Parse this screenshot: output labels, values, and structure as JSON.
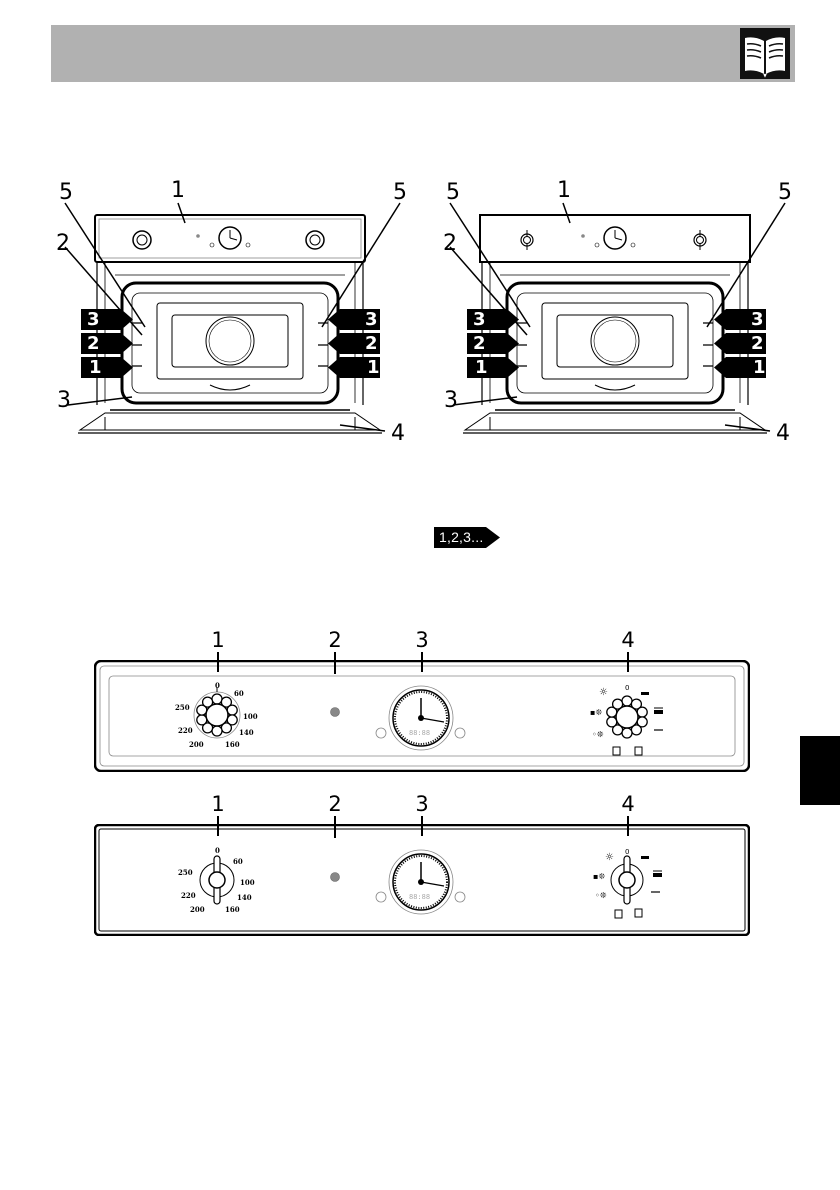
{
  "header": {
    "background_color": "#b1b1b1",
    "icon": "open-book-icon"
  },
  "side_tab": {
    "color": "#000000"
  },
  "oven_figures": [
    {
      "id": "left",
      "callouts": {
        "control_panel": "1",
        "shelf_guides": "2",
        "seal": "3",
        "door": "4",
        "fan_cover": "5"
      },
      "shelves": [
        "3",
        "2",
        "1"
      ]
    },
    {
      "id": "right",
      "callouts": {
        "control_panel": "1",
        "shelf_guides": "2",
        "seal": "3",
        "door": "4",
        "fan_cover": "5"
      },
      "shelves": [
        "3",
        "2",
        "1"
      ]
    }
  ],
  "sequence_badge": {
    "label": "1,2,3..."
  },
  "control_panels": [
    {
      "labels": [
        "1",
        "2",
        "3",
        "4"
      ],
      "thermostat_scale": [
        "0",
        "60",
        "100",
        "140",
        "160",
        "200",
        "220",
        "250"
      ],
      "clock_digits": "88:88"
    },
    {
      "labels": [
        "1",
        "2",
        "3",
        "4"
      ],
      "thermostat_scale": [
        "0",
        "60",
        "100",
        "140",
        "160",
        "200",
        "220",
        "250"
      ],
      "clock_digits": "88:88"
    }
  ],
  "function_knob": {
    "top_label": "0",
    "symbols": [
      "light-icon",
      "defrost-fan-icon",
      "fan-grill-icon",
      "top-bottom-fan-icon",
      "grill-icon",
      "top-bottom-heat-icon",
      "bottom-heat-icon",
      "eco-icon"
    ]
  }
}
